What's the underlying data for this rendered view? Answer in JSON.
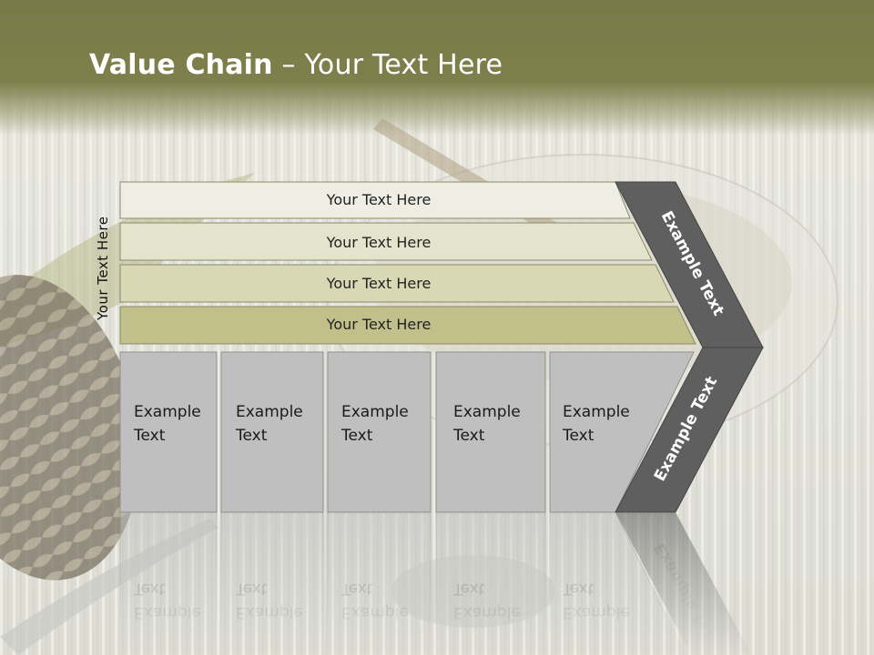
{
  "title": {
    "bold": "Value Chain",
    "rest": " – Your Text Here"
  },
  "side_label": "Your Text Here",
  "bars": [
    {
      "label": "Your Text Here",
      "color": "#eeeee4"
    },
    {
      "label": "Your Text Here",
      "color": "#e4e4cc"
    },
    {
      "label": "Your Text Here",
      "color": "#d9d8b4"
    },
    {
      "label": "Your Text Here",
      "color": "#c2c08a"
    }
  ],
  "boxes": [
    {
      "line1": "Example",
      "line2": "Text"
    },
    {
      "line1": "Example",
      "line2": "Text"
    },
    {
      "line1": "Example",
      "line2": "Text"
    },
    {
      "line1": "Example",
      "line2": "Text"
    },
    {
      "line1": "Example",
      "line2": "Text"
    }
  ],
  "chevron_top_label": "Example Text",
  "chevron_bottom_label": "Example Text",
  "colors": {
    "title_band": "#7f7f4c",
    "box_fill": "#bfbfbf",
    "chevron": "#5f5f5f"
  }
}
